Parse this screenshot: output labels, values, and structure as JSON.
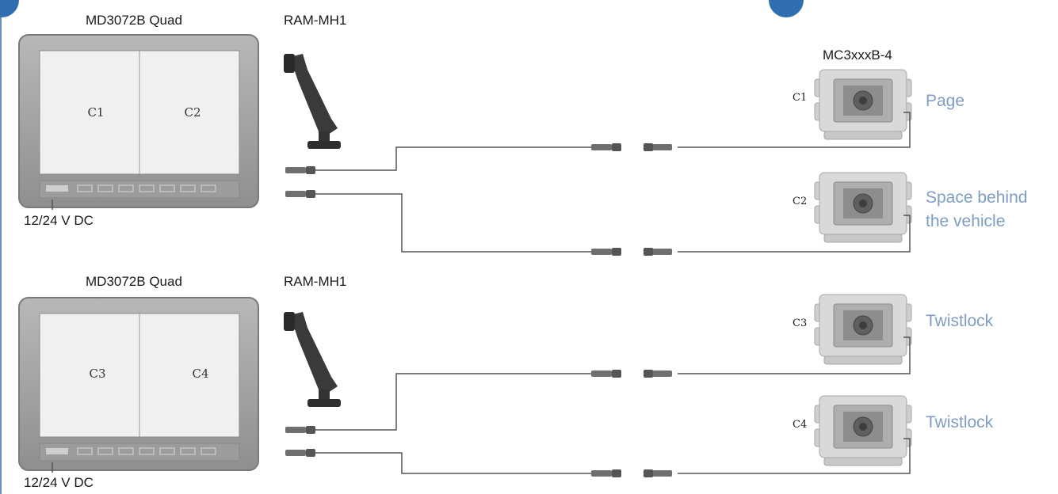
{
  "colors": {
    "frame": "#6f8fbf",
    "accent": "#2f6db0",
    "location_text": "#7f9dc4"
  },
  "monitors": [
    {
      "model": "MD3072B Quad",
      "mount": "RAM-MH1",
      "power": "12/24 V DC",
      "screen_left": "C1",
      "screen_right": "C2"
    },
    {
      "model": "MD3072B Quad",
      "mount": "RAM-MH1",
      "power": "12/24 V DC",
      "screen_left": "C3",
      "screen_right": "C4"
    }
  ],
  "camera_model": "MC3xxxB-4",
  "cameras": [
    {
      "id": "C1",
      "location": "Page"
    },
    {
      "id": "C2",
      "location": "Space behind the vehicle"
    },
    {
      "id": "C3",
      "location": "Twistlock"
    },
    {
      "id": "C4",
      "location": "Twistlock"
    }
  ]
}
